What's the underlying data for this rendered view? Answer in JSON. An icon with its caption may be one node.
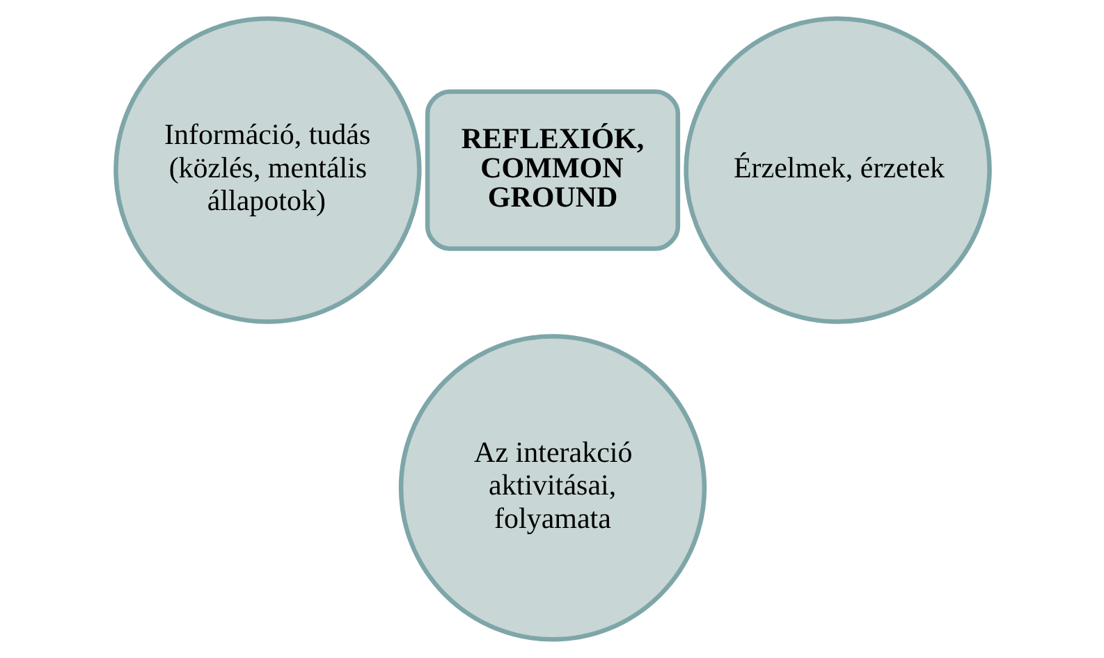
{
  "diagram": {
    "nodes": [
      {
        "text": [
          "Információ, tudás (közlés, mentális állapotok)"
        ]
      },
      {
        "text": [
          "REFLEXIÓK, COMMON GROUND"
        ]
      },
      {
        "text": [
          "Érzelmek, érzetek"
        ]
      },
      {
        "text": [
          "Az interakció aktivitásai, folyamata"
        ]
      }
    ]
  }
}
